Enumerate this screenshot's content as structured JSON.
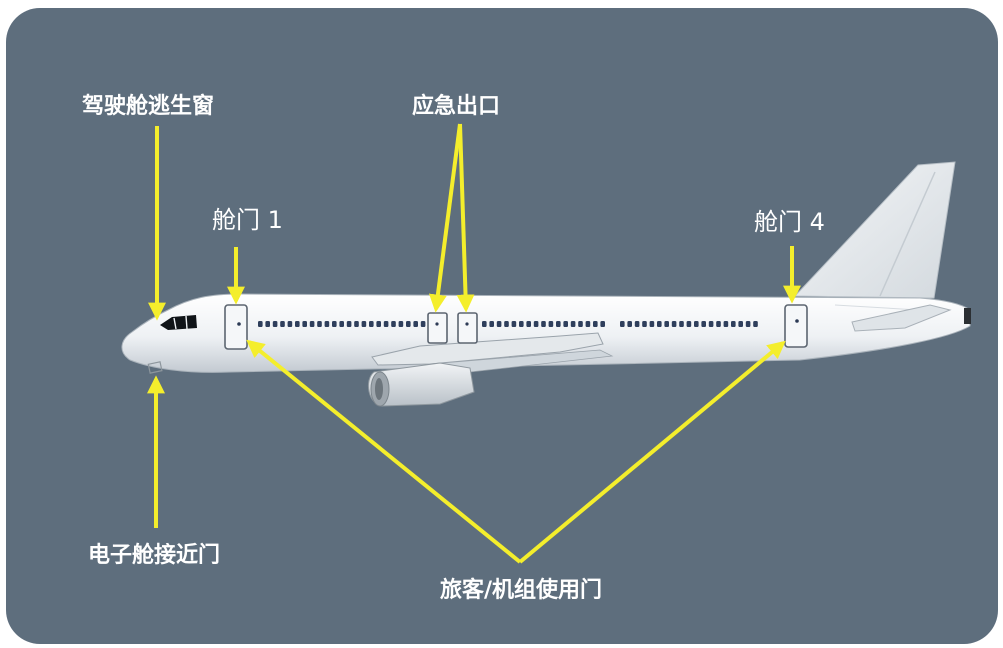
{
  "labels": {
    "cockpit_escape_window": "驾驶舱逃生窗",
    "emergency_exit": "应急出口",
    "door1": "舱门 1",
    "door4": "舱门 4",
    "ebay_access_door": "电子舱接近门",
    "pax_crew_doors": "旅客/机组使用门"
  },
  "colors": {
    "background": "#5e6e7d",
    "arrow": "#f4ee2c",
    "label": "#ffffff",
    "fuselage": "#eef1f4"
  }
}
